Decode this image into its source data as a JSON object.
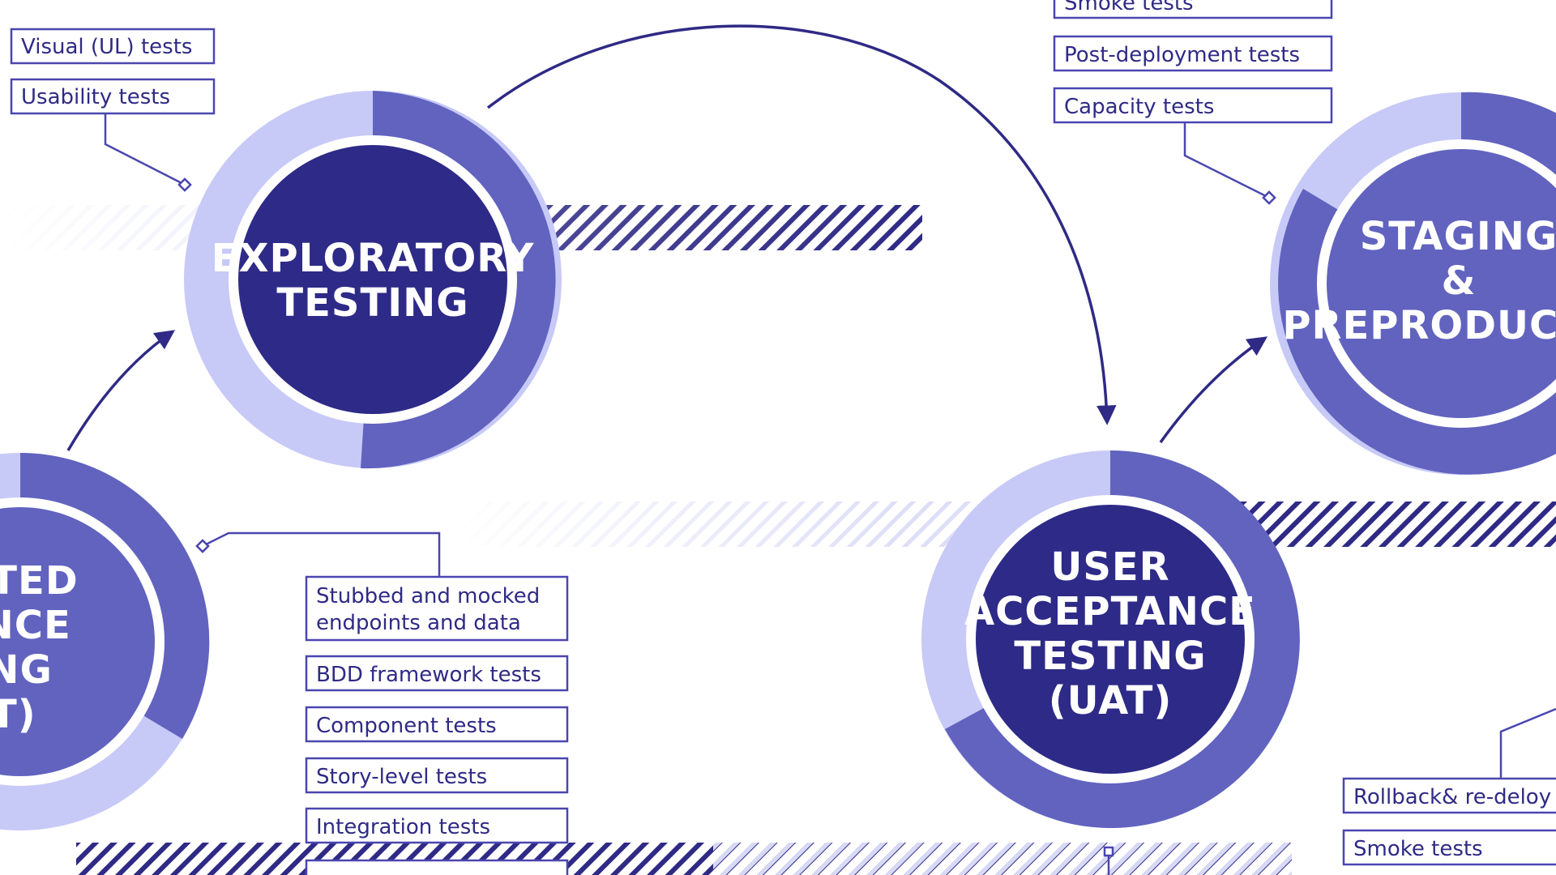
{
  "colors": {
    "core": "#2e2a87",
    "ring_dark": "#6163bf",
    "ring_light": "#c7c9f7",
    "outline": "#4a46b0",
    "stripe": "#2f2a85"
  },
  "stages": {
    "exploratory": [
      "EXPLORATORY",
      "TESTING"
    ],
    "aat": [
      "OMATED",
      "PTANCE",
      "STING",
      "AAT)"
    ],
    "uat": [
      "USER",
      "ACCEPTANCE",
      "TESTING",
      "(UAT)"
    ],
    "staging": [
      "STAGING",
      "&",
      "PREPRODUCTIO"
    ]
  },
  "tags": {
    "exploratory": [
      "Visual (UL) tests",
      "Usability tests"
    ],
    "staging_top": [
      "Smoke tests",
      "Post-deployment tests",
      "Capacity tests"
    ],
    "aat": [
      "Stubbed and mocked",
      "endpoints and data",
      "BDD framework tests",
      "Component tests",
      "Story-level tests",
      "Integration tests"
    ],
    "staging_bottom": [
      "Rollback& re-deloy",
      "Smoke tests"
    ]
  }
}
